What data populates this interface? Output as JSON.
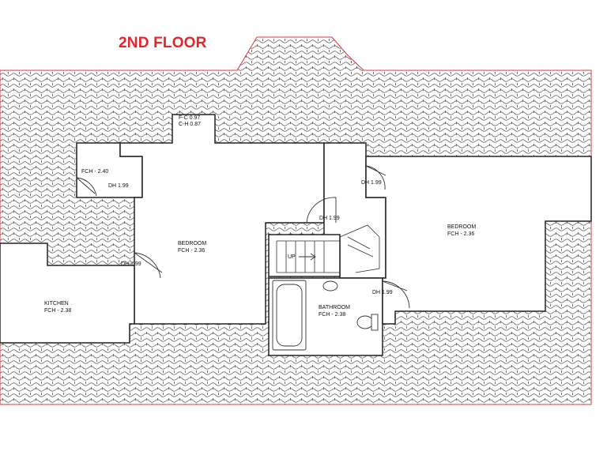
{
  "plan": {
    "title": "2ND FLOOR",
    "colors": {
      "title": "#e8242b",
      "outline": "#d9373d",
      "walls": "#222222",
      "roof_pattern": "#555555"
    },
    "rooms": [
      {
        "id": "bedroom_1",
        "name": "BEDROOM",
        "dim": "FCH - 2.36"
      },
      {
        "id": "bedroom_2",
        "name": "BEDROOM",
        "dim": "FCH - 2.36"
      },
      {
        "id": "kitchen",
        "name": "KITCHEN",
        "dim": "FCH - 2.38"
      },
      {
        "id": "bathroom",
        "name": "BATHROOM",
        "dim": "FCH - 2.38"
      }
    ],
    "notes": {
      "fc": "F-C 0.97",
      "ch": "C-H 0.87",
      "fch_closet": "FCH - 2.40",
      "dh_closet": "DH 1.99",
      "dh_kitchen": "DH 1.99",
      "dh_landing_top": "DH 1.99",
      "dh_landing": "DH 1.99",
      "dh_bath": "DH 1.99",
      "stairs": "UP"
    }
  }
}
